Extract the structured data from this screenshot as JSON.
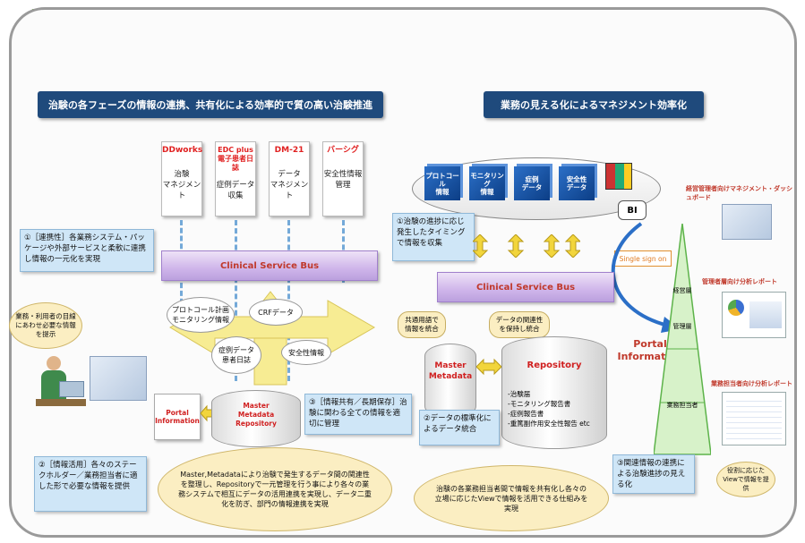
{
  "left": {
    "header": "治験の各フェーズの情報の連携、共有化による効率的で質の高い治験推進",
    "systems": [
      {
        "name": "DDworks",
        "func": "治験\nマネジメント"
      },
      {
        "name": "EDC plus\n電子患者日誌",
        "func": "症例データ\n収集"
      },
      {
        "name": "DM-21",
        "func": "データ\nマネジメント"
      },
      {
        "name": "バーシグ",
        "func": "安全性情報\n管理"
      }
    ],
    "callout1": "①［連携性］各業務システム・パッケージや外部サービスと柔軟に連携し情報の一元化を実現",
    "bus": "Clinical Service Bus",
    "user_note": "業務・利用者の目線にあわせ必要な情報を提示",
    "bubbles": [
      "プロトコール計画\nモニタリング情報",
      "CRFデータ",
      "症例データ\n患者日誌",
      "安全性情報"
    ],
    "portal": "Portal\nInformation",
    "repo": "Master\nMetadata\nRepository",
    "callout3": "③［情報共有／長期保存］治験に関わる全ての情報を適切に管理",
    "callout2": "②［情報活用］各々のステークホルダー／業務担当者に適した形で必要な情報を提供",
    "bottom_oval": "Master,Metadataにより治験で発生するデータ間の関連性を整理し、Repositoryで一元管理を行う事により各々の業務システムで相互にデータの活用連携を実現し、データ二重化を防ぎ、部門の情報連携を実現"
  },
  "right": {
    "header": "業務の見える化によるマネジメント効率化",
    "cubes": [
      "プロトコール\n情報",
      "モニタリング\n情報",
      "症例\nデータ",
      "安全性\nデータ"
    ],
    "bi": "BI",
    "callout1": "①治験の進捗に応じ発生したタイミングで情報を収集",
    "sso": "Single sign on",
    "bus": "Clinical Service Bus",
    "bubble_left": "共通用語で\n情報を統合",
    "bubble_right": "データの関連性\nを保持し統合",
    "master": "Master\nMetadata",
    "repo_title": "Repository",
    "repo_items": [
      "-治験届",
      "-モニタリング報告書",
      "-症例報告書",
      "-重篤副作用安全性報告 etc"
    ],
    "callout2": "②データの標準化によるデータ統合",
    "portal": "Portal\nInformation",
    "pyramid": [
      "経営層",
      "管理層",
      "業務担当者"
    ],
    "reports": [
      "経営管理者向けマネジメント・ダッシュボード",
      "管理者層向け分析レポート",
      "業務担当者向け分析レポート"
    ],
    "callout3": "③関連情報の連携による治験進捗の見える化",
    "role_note": "役割に応じたViewで情報を提供",
    "bottom_oval": "治験の各業務担当者間で情報を共有化し各々の立場に応じたViewで情報を活用できる仕組みを実現"
  }
}
